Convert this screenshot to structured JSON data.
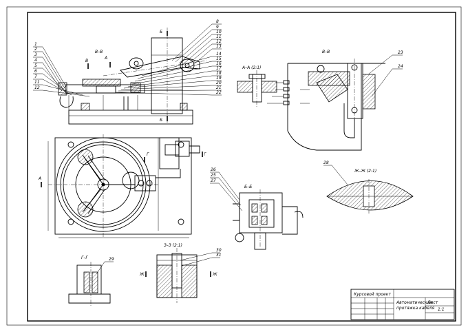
{
  "views": {
    "main_section": "В–В",
    "section_aa": "А–А (2:1)",
    "section_bb": "Б–Б",
    "section_bb_upper": "В–В",
    "section_gg": "Г–Г",
    "section_zz": "З–З (2:1)",
    "section_zhzh": "Ж–Ж (2:1)",
    "mark_a": "А",
    "mark_b": "Б",
    "mark_v": "В",
    "mark_g": "Г",
    "mark_zh": "Ж"
  },
  "leaders_left": [
    "1",
    "2",
    "3",
    "4",
    "5",
    "6",
    "7",
    "11",
    "12"
  ],
  "leaders_right": [
    "8",
    "9",
    "10",
    "11",
    "12",
    "13",
    "14",
    "15",
    "16",
    "17",
    "18",
    "19",
    "20",
    "21",
    "22"
  ],
  "leaders_misc": {
    "upper_right_a": "23",
    "upper_right_b": "24",
    "bb_a": "25",
    "bb_b": "26",
    "bb_c": "27",
    "gg": "29",
    "zz_a": "30",
    "zz_b": "31",
    "zhzh": "28"
  },
  "title_block": {
    "stamp": "Курсовой проект",
    "name_line1": "Автоматическая",
    "name_line2": "протяжка кабеля",
    "sheet": "Лист",
    "scale": "1:1"
  }
}
